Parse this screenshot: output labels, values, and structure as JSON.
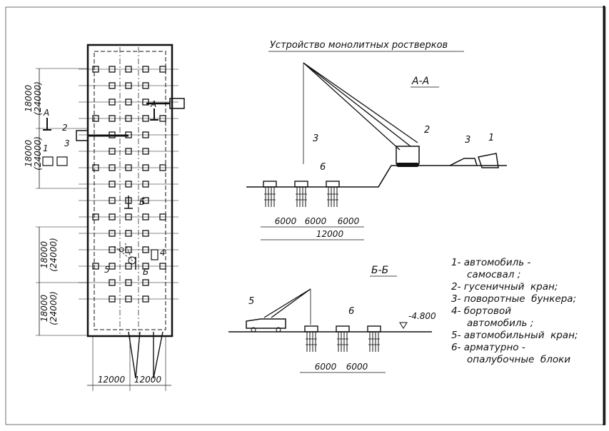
{
  "title": "Устройство монолитных ростверков",
  "sections": {
    "aa": "А-А",
    "bb": "Б-Б",
    "plan_marks": {
      "a_left": "А",
      "a_right": "А",
      "b_top": "Б",
      "b_bottom": "Б"
    }
  },
  "plan": {
    "dims_left": [
      {
        "main": "18000",
        "alt": "(24000)"
      },
      {
        "main": "18000",
        "alt": "(24000)"
      },
      {
        "main": "18000",
        "alt": "(24000)"
      },
      {
        "main": "18000",
        "alt": "(24000)"
      }
    ],
    "dims_bottom": [
      "12000",
      "12000"
    ],
    "callouts": [
      "1",
      "2",
      "3",
      "4",
      "5"
    ]
  },
  "section_aa": {
    "callouts": [
      "1",
      "2",
      "3",
      "6"
    ],
    "dims": [
      "6000",
      "6000",
      "6000"
    ],
    "total": "12000"
  },
  "section_bb": {
    "callouts": [
      "5",
      "6"
    ],
    "dims": [
      "6000",
      "6000"
    ],
    "level": "-4.800"
  },
  "legend": [
    {
      "num": "1",
      "lines": [
        "1- автомобиль -",
        "самосвал ;"
      ]
    },
    {
      "num": "2",
      "lines": [
        "2- гусеничный  кран;"
      ]
    },
    {
      "num": "3",
      "lines": [
        "3- поворотные  бункера;"
      ]
    },
    {
      "num": "4",
      "lines": [
        "4- бортовой",
        "автомобиль ;"
      ]
    },
    {
      "num": "5",
      "lines": [
        "5- автомобильный  кран;"
      ]
    },
    {
      "num": "6",
      "lines": [
        "6- арматурно -",
        "опалубочные  блоки"
      ]
    }
  ]
}
